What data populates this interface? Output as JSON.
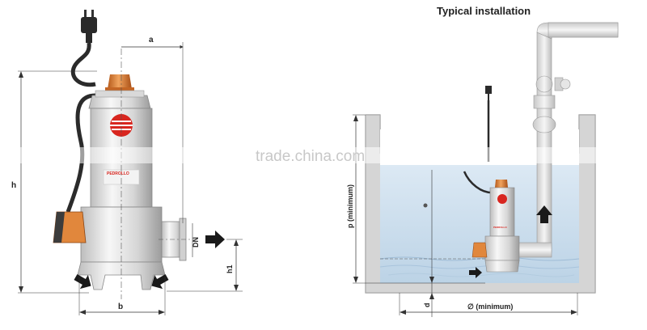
{
  "left_drawing": {
    "dimension_labels": {
      "a": "a",
      "b": "b",
      "h": "h",
      "h1": "h1",
      "dn": "DN"
    },
    "brand_text": "PEDROLLO"
  },
  "right_drawing": {
    "title": "Typical installation",
    "labels": {
      "p": "p  (minimum)",
      "d": "d",
      "width": "∅ (minimum)"
    },
    "brand_text": "PEDROLLO"
  },
  "watermark": "trade.china.com",
  "colors": {
    "orange": "#d9772b",
    "water": "#c9dcec",
    "pit_wall": "#b9b9b9",
    "pump_steel": "#e6e6e6",
    "logo_red": "#d8261f"
  }
}
